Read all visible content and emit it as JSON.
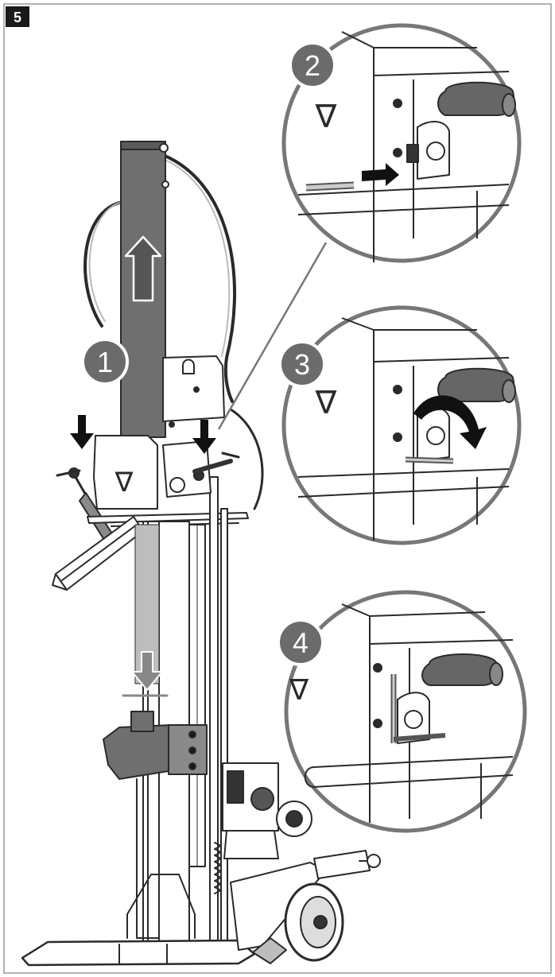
{
  "figure": {
    "figure_number": "5",
    "step_labels": [
      "1",
      "2",
      "3",
      "4"
    ],
    "symbol_glyph": "∇"
  },
  "colors": {
    "frame": "#9a9a9a",
    "badge": "#1a1a1a",
    "badge_text": "#ffffff",
    "step_badge": "#6b6b6b",
    "step_badge_ring": "#ffffff",
    "circle_ring": "#777777",
    "column_dark": "#6f6f6f",
    "column_light": "#bdbdbd",
    "line": "#2a2a2a",
    "arrow_black": "#111111",
    "arrow_gray": "#7a7a7a"
  },
  "icons": {
    "up_arrow": "arrow-up-icon",
    "down_arrow": "arrow-down-icon",
    "right_arrow": "arrow-right-icon",
    "curved_arrow": "curved-arrow-icon"
  }
}
